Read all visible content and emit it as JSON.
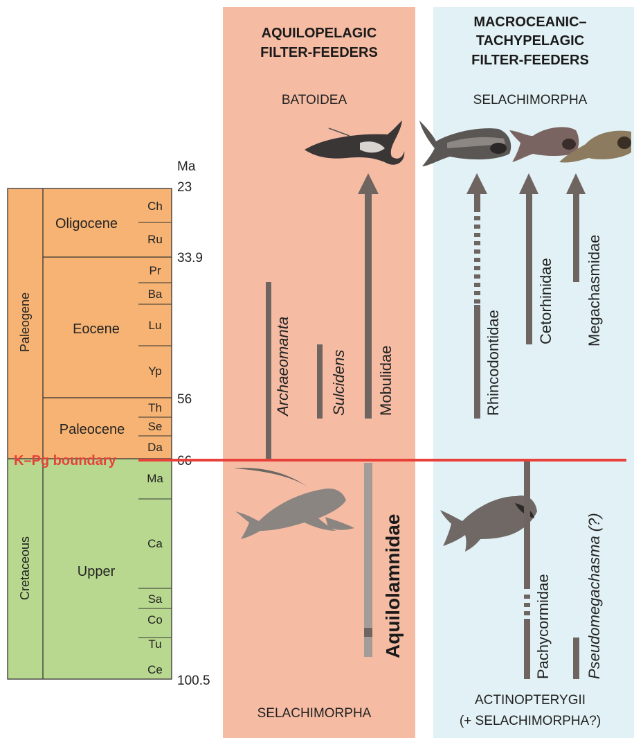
{
  "columns": {
    "left": {
      "header_line1": "AQUILOPELAGIC",
      "header_line2": "FILTER-FEEDERS",
      "top_group": "BATOIDEA",
      "bottom_group": "SELACHIMORPHA"
    },
    "right": {
      "header_line1": "MACROCEANIC–",
      "header_line2": "TACHYPELAGIC",
      "header_line3": "FILTER-FEEDERS",
      "top_group": "SELACHIMORPHA",
      "bottom_group_line1": "ACTINOPTERYGII",
      "bottom_group_line2": "(+ SELACHIMORPHA?)"
    }
  },
  "timescale": {
    "unit": "Ma",
    "ages": [
      "23",
      "33.9",
      "56",
      "66",
      "100.5"
    ],
    "periods": [
      "Paleogene",
      "Cretaceous"
    ],
    "epochs": [
      "Oligocene",
      "Eocene",
      "Paleocene",
      "Upper"
    ],
    "stages": [
      "Ch",
      "Ru",
      "Pr",
      "Ba",
      "Lu",
      "Yp",
      "Th",
      "Se",
      "Da",
      "Ma",
      "Ca",
      "Sa",
      "Co",
      "Tu",
      "Ce"
    ],
    "boundary_label": "K–Pg boundary"
  },
  "taxa": {
    "archaeomanta": "Archaeomanta",
    "sulcidens": "Sulcidens",
    "mobulidae": "Mobulidae",
    "aquilolamnidae": "Aquilolamnidae",
    "rhincodontidae": "Rhincodontidae",
    "cetorhinidae": "Cetorhinidae",
    "megachasmidae": "Megachasmidae",
    "pachycormidae": "Pachycormidae",
    "pseudomegachasma": "Pseudomegachasma (?)"
  },
  "colors": {
    "paleogene": "#f6b373",
    "cretaceous": "#b9d88f",
    "left_panel": "#f5bba3",
    "right_panel": "#e2f1f5",
    "bar": "#6e6460",
    "bar_light": "#a39c98",
    "boundary": "#e8413a"
  }
}
